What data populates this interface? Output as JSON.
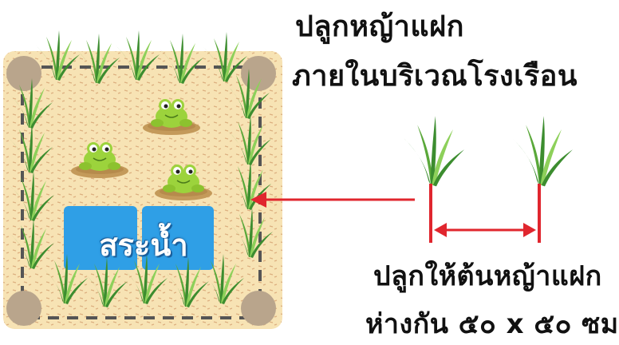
{
  "title": {
    "line1": "ปลูกหญ้าแฝก",
    "line2": "ภายในบริเวณโรงเรือน"
  },
  "pond": {
    "label": "สระน้ำ",
    "color": "#2f9fe6"
  },
  "spacing_note": {
    "line1": "ปลูกให้ต้นหญ้าแฝก",
    "line2": "ห่างกัน ๕๐ x ๕๐ ซม"
  },
  "colors": {
    "ground": "#f7e3b4",
    "ground_dots": "#d9a97a",
    "grass_dark": "#3c8d2f",
    "grass_light": "#8dd05a",
    "post": "#b9a58c",
    "border_dash": "#555555",
    "arrow": "#e0262e",
    "frog": "#9cd33c",
    "lily_pad": "#c49a5a"
  },
  "icons": [
    "grass-tuft-icon",
    "frog-icon",
    "corner-post-icon",
    "arrow-icon"
  ]
}
